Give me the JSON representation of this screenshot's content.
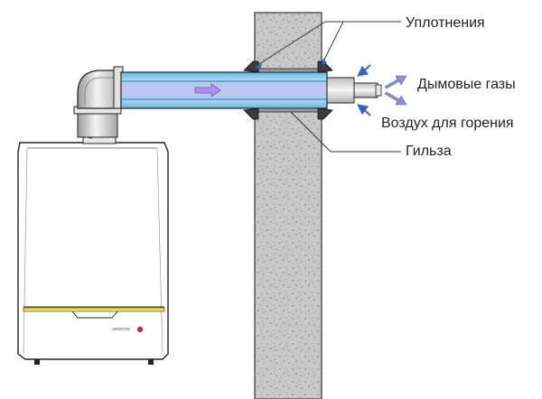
{
  "labels": {
    "seals": "Уплотнения",
    "flue_gases": "Дымовые газы",
    "combustion_air": "Воздух для горения",
    "sleeve": "Гильза"
  },
  "boiler_logo": "ARISTON",
  "colors": {
    "wall_fill": "#c9c9c9",
    "pipe_inner": "#b8b4f0",
    "pipe_outer": "#6fc0e6",
    "leader_line": "#333333",
    "seal_arrow": "#3a67b5",
    "gas_arrow": "#8a8fd6",
    "boiler_stripe": "#f5e44a",
    "outline": "#222222"
  }
}
